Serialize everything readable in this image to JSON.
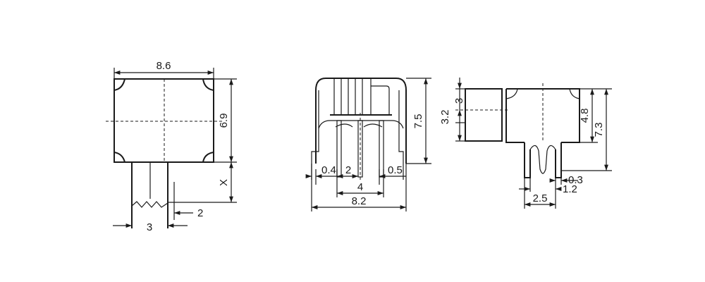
{
  "front_view": {
    "width": "8.6",
    "height": "6.9",
    "lead_length": "X",
    "lead_width": "3",
    "lead_offset": "2"
  },
  "side_view": {
    "height": "7.5",
    "pin_diameter_left": "0.4",
    "pin_pitch": "2",
    "pin_span": "4",
    "pin_diameter_right": "0.5",
    "body_width": "8.2"
  },
  "end_view": {
    "actuator_height": "3",
    "actuator_offset": "3.2",
    "body_height": "4.8",
    "total_height": "7.3",
    "pin_thickness": "0.3",
    "leg_width": "1.2",
    "leg_spacing": "2.5"
  }
}
